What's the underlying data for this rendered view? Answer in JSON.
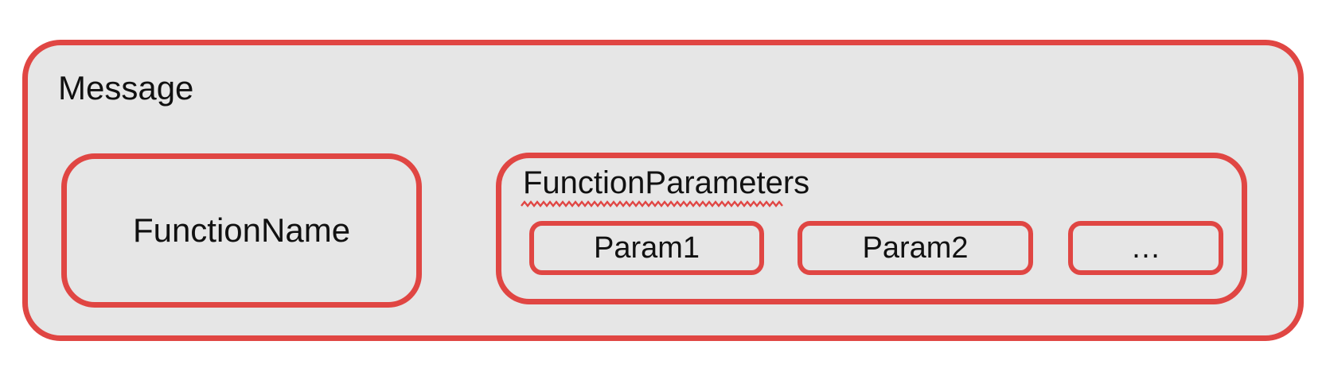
{
  "colors": {
    "accent_red": "#e04643",
    "box_fill": "#e6e6e6",
    "text": "#111111",
    "canvas_bg": "#ffffff"
  },
  "diagram": {
    "message": {
      "label": "Message"
    },
    "function_name": {
      "label": "FunctionName"
    },
    "function_parameters": {
      "label": "FunctionParameters",
      "underline_style": "red-wavy-spellcheck",
      "params": [
        {
          "label": "Param1"
        },
        {
          "label": "Param2"
        },
        {
          "label": "…"
        }
      ]
    }
  }
}
